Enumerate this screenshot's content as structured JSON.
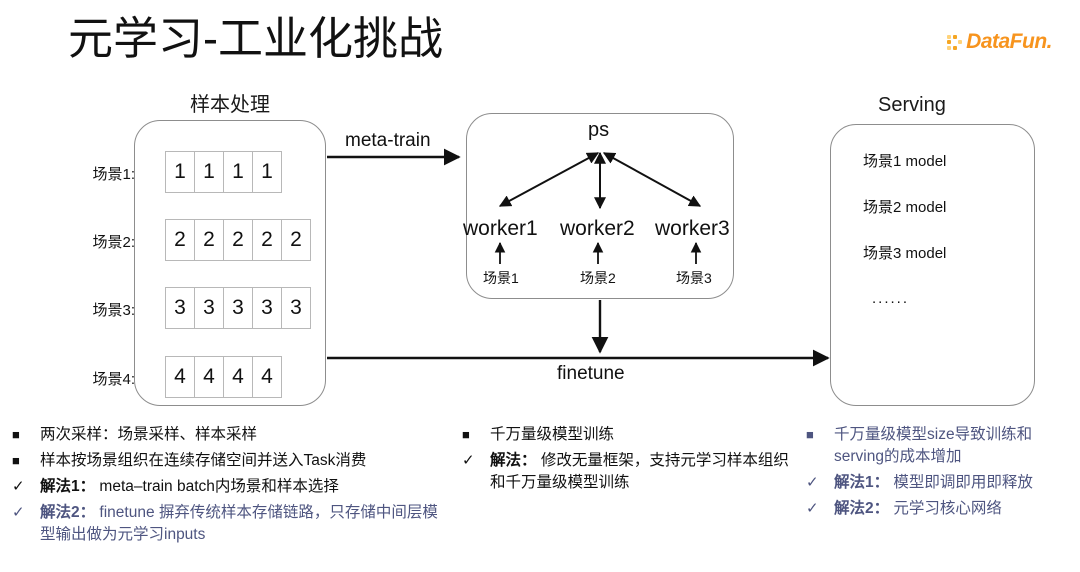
{
  "slide": {
    "title": "元学习-工业化挑战",
    "logo": {
      "text": "DataFun.",
      "icon": "datafun-logo"
    },
    "accent_color": "#4e5580",
    "line_color": "#8d8d8d"
  },
  "diagram": {
    "left_panel": {
      "caption": "样本处理",
      "rows": [
        {
          "label": "场景1:",
          "value": "1",
          "count": 4
        },
        {
          "label": "场景2:",
          "value": "2",
          "count": 5
        },
        {
          "label": "场景3:",
          "value": "3",
          "count": 5
        },
        {
          "label": "场景4:",
          "value": "4",
          "count": 4
        }
      ]
    },
    "middle_panel": {
      "hub": "ps",
      "workers": [
        {
          "name": "worker1",
          "scene": "场景1"
        },
        {
          "name": "worker2",
          "scene": "场景2"
        },
        {
          "name": "worker3",
          "scene": "场景3"
        }
      ]
    },
    "right_panel": {
      "caption": "Serving",
      "items": [
        "场景1 model",
        "场景2 model",
        "场景3 model"
      ],
      "ellipsis": "......"
    },
    "edges": [
      {
        "label": "meta-train",
        "from": "left_panel",
        "to": "middle_panel"
      },
      {
        "label": "finetune",
        "from": "left_panel",
        "to": "right_panel"
      }
    ]
  },
  "notes": {
    "column1": [
      {
        "marker": "square",
        "text": "两次采样：场景采样、样本采样",
        "bold_prefix": "",
        "accent": false
      },
      {
        "marker": "square",
        "text": "样本按场景组织在连续存储空间并送入Task消费",
        "bold_prefix": "",
        "accent": false
      },
      {
        "marker": "check",
        "bold_prefix": "解法1：",
        "text": " meta–train batch内场景和样本选择",
        "accent": false
      },
      {
        "marker": "check",
        "bold_prefix": "解法2：",
        "text": " finetune 摒弃传统样本存储链路，只存储中间层模型输出做为元学习inputs",
        "accent": true
      }
    ],
    "column2": [
      {
        "marker": "square",
        "bold_prefix": "",
        "text": "千万量级模型训练",
        "accent": false
      },
      {
        "marker": "check",
        "bold_prefix": "解法：",
        "text": " 修改无量框架，支持元学习样本组织和千万量级模型训练",
        "accent": false
      }
    ],
    "column3": [
      {
        "marker": "square",
        "bold_prefix": "",
        "text": "千万量级模型size导致训练和serving的成本增加",
        "accent": true
      },
      {
        "marker": "check",
        "bold_prefix": "解法1：",
        "text": " 模型即调即用即释放",
        "accent": true
      },
      {
        "marker": "check",
        "bold_prefix": "解法2：",
        "text": " 元学习核心网络",
        "accent": true
      }
    ],
    "markers": {
      "square": "■",
      "check": "✓"
    }
  }
}
